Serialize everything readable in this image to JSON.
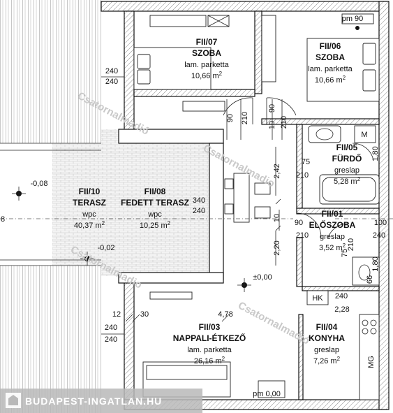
{
  "rooms": {
    "r07": {
      "code": "FII/07",
      "name": "SZOBA",
      "floor": "lam. parketta",
      "area": "10,66 m",
      "unit_sup": "2"
    },
    "r06": {
      "code": "FII/06",
      "name": "SZOBA",
      "floor": "lam. parketta",
      "area": "10,66 m",
      "unit_sup": "2"
    },
    "r05": {
      "code": "FII/05",
      "name": "FÜRDŐ",
      "floor": "greslap",
      "area": "5,28 m",
      "unit_sup": "2"
    },
    "r10": {
      "code": "FII/10",
      "name": "TERASZ",
      "floor": "wpc",
      "area": "40,37 m",
      "unit_sup": "2"
    },
    "r08": {
      "code": "FII/08",
      "name": "FEDETT TERASZ",
      "floor": "wpc",
      "area": "10,25 m",
      "unit_sup": "2"
    },
    "r01": {
      "code": "FII/01",
      "name": "ELŐSZOBA",
      "floor": "greslap",
      "area": "3,52 m",
      "unit_sup": "2"
    },
    "r03": {
      "code": "FII/03",
      "name": "NAPPALI-ÉTKEZŐ",
      "floor": "lam. parketta",
      "area": "26,16 m",
      "unit_sup": "2"
    },
    "r04": {
      "code": "FII/04",
      "name": "KONYHA",
      "floor": "greslap",
      "area": "7,26 m",
      "unit_sup": "2"
    }
  },
  "levels": {
    "top": "pm 90",
    "bottom": "pm 0,00",
    "center": "±0,00",
    "terrace_a": "-0,08",
    "terrace_b": "-0,02"
  },
  "dims": {
    "d240a": "240",
    "d240b": "240",
    "d240c": "240",
    "d240d": "240",
    "d240e": "240",
    "d240f": "240",
    "d240g": "240",
    "d90a": "90",
    "d90b": "90",
    "d90c": "90",
    "d210a": "210",
    "d210b": "210",
    "d210c": "210",
    "d210d": "210",
    "d210e": "210",
    "d10a": "10",
    "d10b": "10",
    "d75a": "75",
    "d75b": "75",
    "d180a": "1,80",
    "d180b": "1,80",
    "d242": "2,42",
    "d340": "340",
    "d100": "100",
    "d220": "2,20",
    "d228": "2,28",
    "d478": "4,78",
    "d12": "12",
    "d30": "30",
    "d8": "8",
    "d66": "66"
  },
  "appliance": {
    "m": "M",
    "hk": "HK",
    "mg": "MG"
  },
  "watermarks": {
    "w1": "Csatornalmadió",
    "w2": "Csatornalmadio",
    "w3": "Csatornalmadio",
    "w4": "Csatornalmadió"
  },
  "logo": {
    "text": "BUDAPEST-INGATLAN.HU"
  }
}
